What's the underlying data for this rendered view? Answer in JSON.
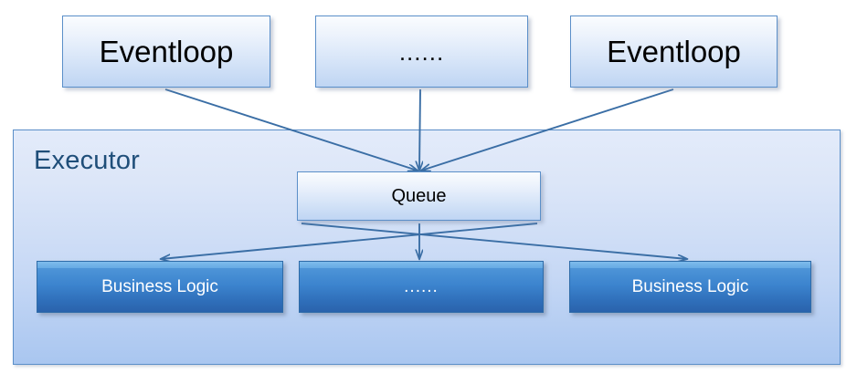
{
  "diagram": {
    "title": "Executor event loop and business logic dispatch diagram",
    "colors": {
      "page_background": "#FFFFFF",
      "container_border": "#5B8FC9",
      "container_fill_top": "#E3EBFA",
      "container_fill_bottom": "#A9C6F0",
      "container_label": "#1F4E79",
      "light_box_border": "#5B8FC9",
      "light_box_fill_top": "#FAFCFE",
      "light_box_fill_bottom": "#BFD5F3",
      "dark_box_border": "#2E6BA8",
      "dark_box_fill_top": "#5AA0DE",
      "dark_box_fill_bottom": "#2A63AC",
      "dark_box_text": "#FFFFFF",
      "arrow_stroke": "#3A6EA5",
      "light_box_text": "#000000"
    },
    "container": {
      "label": "Executor"
    },
    "eventloops": [
      {
        "id": "eventloop-1",
        "label": "Eventloop"
      },
      {
        "id": "eventloop-dots",
        "label": "......"
      },
      {
        "id": "eventloop-2",
        "label": "Eventloop"
      }
    ],
    "queue": {
      "label": "Queue"
    },
    "workers": [
      {
        "id": "biz-1",
        "label": "Business Logic"
      },
      {
        "id": "biz-dots",
        "label": "......"
      },
      {
        "id": "biz-2",
        "label": "Business Logic"
      }
    ],
    "arrows": [
      {
        "name": "arrow-eventloop-1-to-queue",
        "from": "Eventloop (left)",
        "to": "Queue"
      },
      {
        "name": "arrow-eventloop-dots-to-queue",
        "from": "...... (middle)",
        "to": "Queue"
      },
      {
        "name": "arrow-eventloop-2-to-queue",
        "from": "Eventloop (right)",
        "to": "Queue"
      },
      {
        "name": "arrow-queue-to-biz-1",
        "from": "Queue",
        "to": "Business Logic (left)"
      },
      {
        "name": "arrow-queue-to-biz-dots",
        "from": "Queue",
        "to": "...... (middle)"
      },
      {
        "name": "arrow-queue-to-biz-2",
        "from": "Queue",
        "to": "Business Logic (right)"
      }
    ]
  }
}
